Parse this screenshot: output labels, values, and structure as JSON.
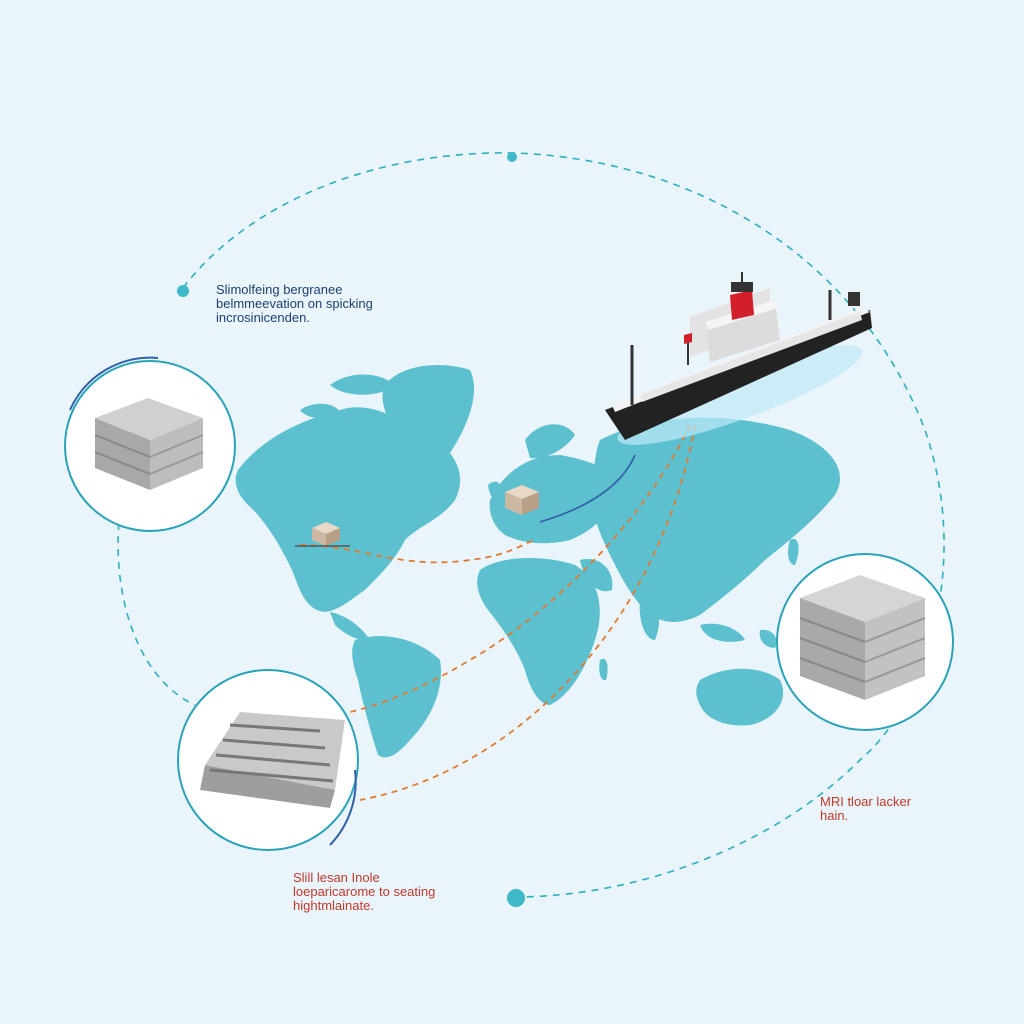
{
  "colors": {
    "background": "#eaf5fb",
    "land": "#5cc0cf",
    "orbit": "#2bb0bf",
    "route_orange": "#e07a32",
    "route_blue": "#2f5fa8",
    "node_ring": "#2aa3b8",
    "ship_hull": "#1f1f1f",
    "ship_funnel": "#d21f2b",
    "cargo": "#cdb8a3"
  },
  "captions": {
    "top_left": "Slimolfeing bergranee\nbelmmeevation on spicking\nincrosinicenden.",
    "right": "MRI tloar lacker\nhain.",
    "bottom": "Slill lesan Inole\nloeparicarome to seating\nhightmlainate."
  },
  "icons": {
    "node_top_left": "stacked-pallet-icon",
    "node_right": "stacked-pallet-icon",
    "node_bottom_left": "flat-pallet-icon",
    "ship": "cargo-ship-icon",
    "cargo_boxes": "cargo-box-icon"
  }
}
